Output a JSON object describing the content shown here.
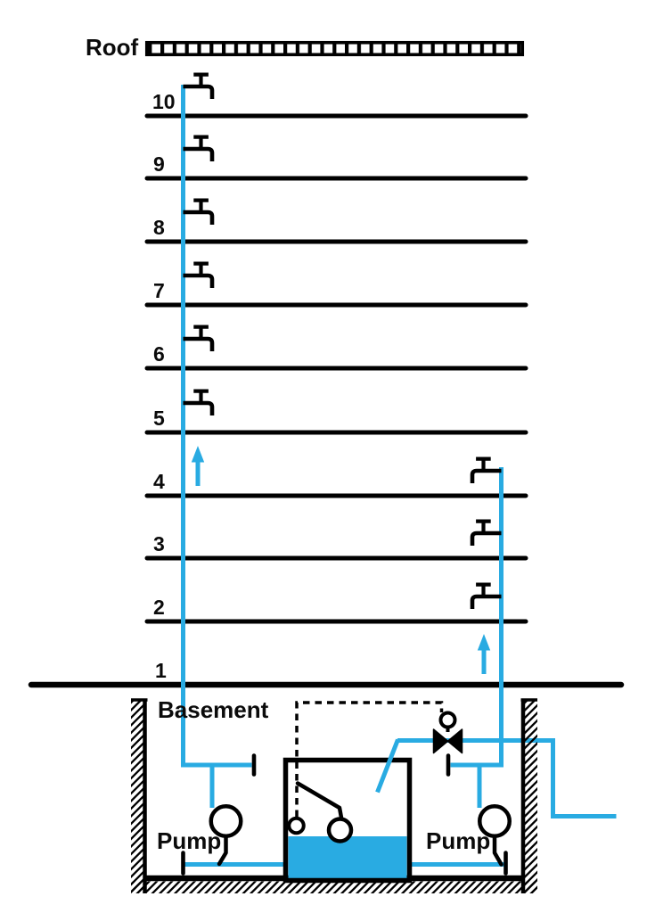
{
  "diagram": {
    "roof_label": "Roof",
    "basement_label": "Basement",
    "pump_left_label": "Pump",
    "pump_right_label": "Pump",
    "floors": [
      {
        "label": "10"
      },
      {
        "label": "9"
      },
      {
        "label": "8"
      },
      {
        "label": "7"
      },
      {
        "label": "6"
      },
      {
        "label": "5"
      },
      {
        "label": "4"
      },
      {
        "label": "3"
      },
      {
        "label": "2"
      },
      {
        "label": "1"
      }
    ],
    "colors": {
      "pipe": "#29ABE2",
      "water": "#29ABE2",
      "ink": "#000000"
    }
  }
}
